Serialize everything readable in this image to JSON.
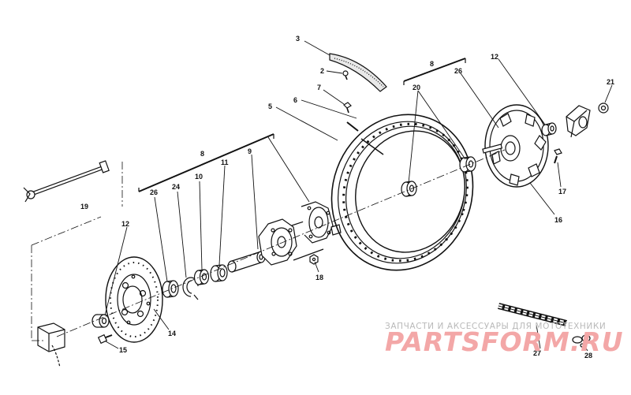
{
  "callouts": {
    "c1": "3",
    "c2": "2",
    "c3": "8",
    "c4": "12",
    "c5": "7",
    "c6": "20",
    "c7": "26",
    "c8": "21",
    "c9": "6",
    "c10": "5",
    "c11": "8",
    "c12": "9",
    "c13": "26",
    "c14": "24",
    "c15": "10",
    "c16": "11",
    "c17": "19",
    "c18": "17",
    "c19": "16",
    "c20": "12",
    "c21": "18",
    "c22": "14",
    "c23": "15",
    "c24": "27",
    "c25": "28"
  },
  "watermark": {
    "caption": "ЗАПЧАСТИ И АКСЕССУАРЫ ДЛЯ МОТОТЕХНИКИ",
    "logo": "PARTSFORM.RU"
  }
}
